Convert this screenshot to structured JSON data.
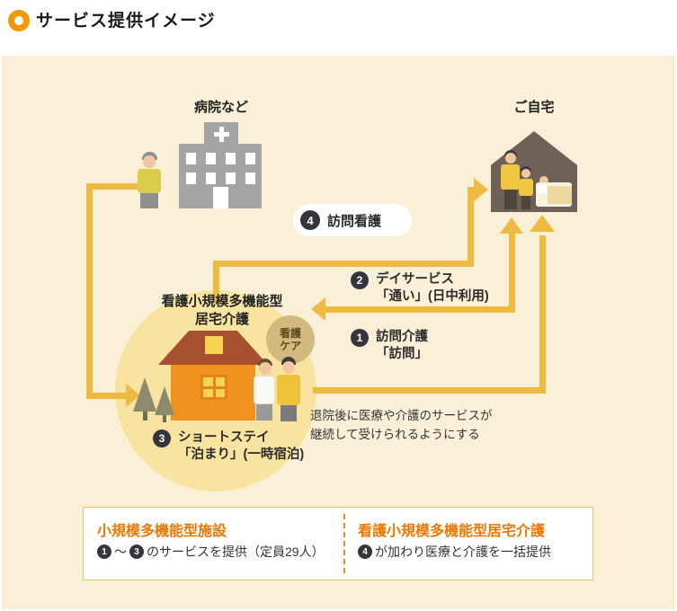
{
  "header": {
    "title": "サービス提供イメージ"
  },
  "diagram": {
    "hospital_label": "病院など",
    "home_label": "ご自宅",
    "facility_label_line1": "看護小規模多機能型",
    "facility_label_line2": "居宅介護",
    "care_badge_line1": "看護",
    "care_badge_line2": "ケア",
    "services": [
      {
        "num": "1",
        "title": "訪問介護",
        "subtitle": "「訪問」"
      },
      {
        "num": "2",
        "title": "デイサービス",
        "subtitle": "「通い」(日中利用)"
      },
      {
        "num": "3",
        "title": "ショートステイ",
        "subtitle": "「泊まり」(一時宿泊)"
      },
      {
        "num": "4",
        "title": "訪問看護",
        "subtitle": ""
      }
    ],
    "note_line1": "退院後に医療や介護のサービスが",
    "note_line2": "継続して受けられるようにする"
  },
  "legend": {
    "left": {
      "title": "小規模多機能型施設",
      "range_start_num": "1",
      "range_separator": "～",
      "range_end_num": "3",
      "desc": "のサービスを提供（定員29人）"
    },
    "right": {
      "title": "看護小規模多機能型居宅介護",
      "num": "4",
      "desc": "が加わり医療と介護を一括提供"
    }
  },
  "colors": {
    "accent_orange": "#ED7700",
    "arrow_yellow": "#EFBA42",
    "panel_bg": "#FAF0D7",
    "facility_circle_bg": "#F8E3A0",
    "number_badge": "#35353D",
    "ring_icon": "#F39800"
  }
}
